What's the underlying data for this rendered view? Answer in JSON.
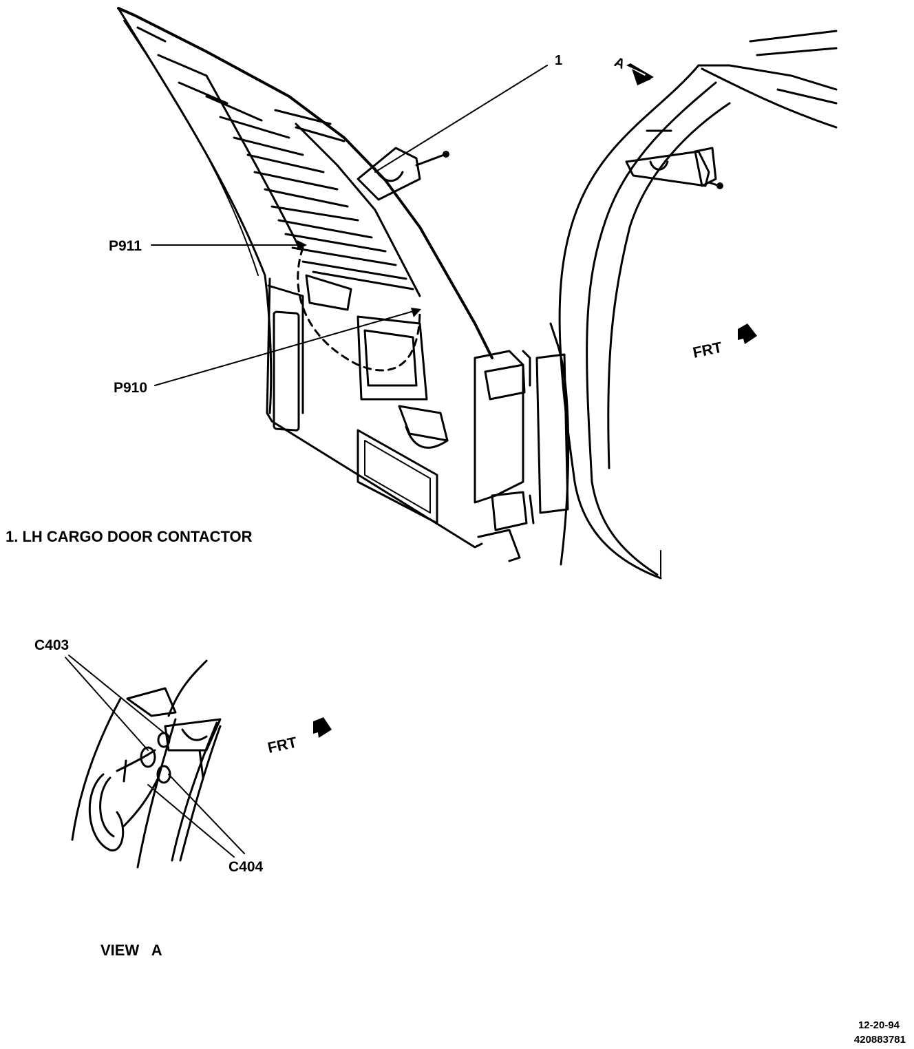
{
  "labels": {
    "callout_1": "1",
    "view_arrow": "A",
    "p911": "P911",
    "p910": "P910",
    "frt_main": "FRT",
    "frt_view": "FRT",
    "legend_item": "1.  LH CARGO DOOR CONTACTOR",
    "c403": "C403",
    "c404": "C404",
    "view_title": "VIEW   A",
    "date": "12-20-94",
    "fig_id": "420883781"
  },
  "colors": {
    "ink": "#000000",
    "paper": "#ffffff"
  },
  "icons": {
    "frt_arrow": "front-direction-arrow-icon",
    "view_arrow": "view-a-direction-arrow-icon"
  }
}
